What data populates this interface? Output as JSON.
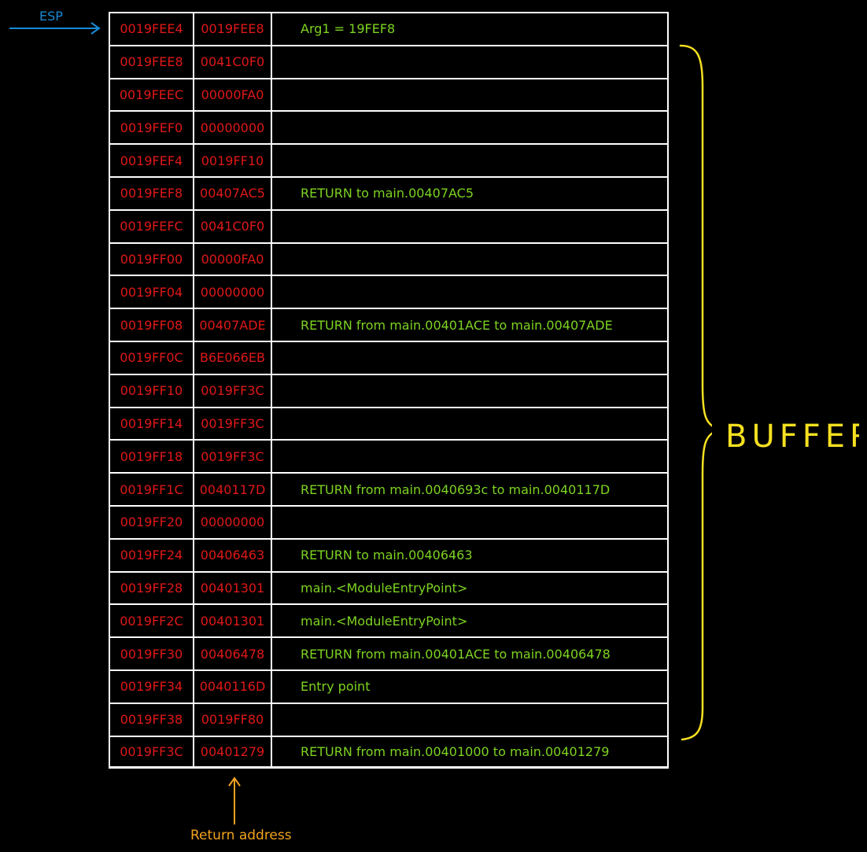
{
  "esp_label": "ESP",
  "buffer_label": "BUFFER",
  "return_address_label": "Return address",
  "colors": {
    "background": "#000000",
    "address_text": "#e01818",
    "comment_text": "#7dd321",
    "esp": "#1a8ad6",
    "buffer_brace": "#f5e020",
    "return_arrow": "#f2a31f",
    "grid": "#ffffff"
  },
  "stack_rows": [
    {
      "address": "0019FEE4",
      "value": "0019FEE8",
      "comment": "Arg1 = 19FEF8"
    },
    {
      "address": "0019FEE8",
      "value": "0041C0F0",
      "comment": ""
    },
    {
      "address": "0019FEEC",
      "value": "00000FA0",
      "comment": ""
    },
    {
      "address": "0019FEF0",
      "value": "00000000",
      "comment": ""
    },
    {
      "address": "0019FEF4",
      "value": "0019FF10",
      "comment": ""
    },
    {
      "address": "0019FEF8",
      "value": "00407AC5",
      "comment": "RETURN to main.00407AC5"
    },
    {
      "address": "0019FEFC",
      "value": "0041C0F0",
      "comment": ""
    },
    {
      "address": "0019FF00",
      "value": "00000FA0",
      "comment": ""
    },
    {
      "address": "0019FF04",
      "value": "00000000",
      "comment": ""
    },
    {
      "address": "0019FF08",
      "value": "00407ADE",
      "comment": "RETURN from main.00401ACE to main.00407ADE"
    },
    {
      "address": "0019FF0C",
      "value": "B6E066EB",
      "comment": ""
    },
    {
      "address": "0019FF10",
      "value": "0019FF3C",
      "comment": ""
    },
    {
      "address": "0019FF14",
      "value": "0019FF3C",
      "comment": ""
    },
    {
      "address": "0019FF18",
      "value": "0019FF3C",
      "comment": ""
    },
    {
      "address": "0019FF1C",
      "value": "0040117D",
      "comment": "RETURN from main.0040693c to main.0040117D"
    },
    {
      "address": "0019FF20",
      "value": "00000000",
      "comment": ""
    },
    {
      "address": "0019FF24",
      "value": "00406463",
      "comment": "RETURN to main.00406463"
    },
    {
      "address": "0019FF28",
      "value": "00401301",
      "comment": "main.<ModuleEntryPoint>"
    },
    {
      "address": "0019FF2C",
      "value": "00401301",
      "comment": "main.<ModuleEntryPoint>"
    },
    {
      "address": "0019FF30",
      "value": "00406478",
      "comment": "RETURN from main.00401ACE to main.00406478"
    },
    {
      "address": "0019FF34",
      "value": "0040116D",
      "comment": "Entry point"
    },
    {
      "address": "0019FF38",
      "value": "0019FF80",
      "comment": ""
    },
    {
      "address": "0019FF3C",
      "value": "00401279",
      "comment": "RETURN from main.00401000 to main.00401279"
    }
  ]
}
